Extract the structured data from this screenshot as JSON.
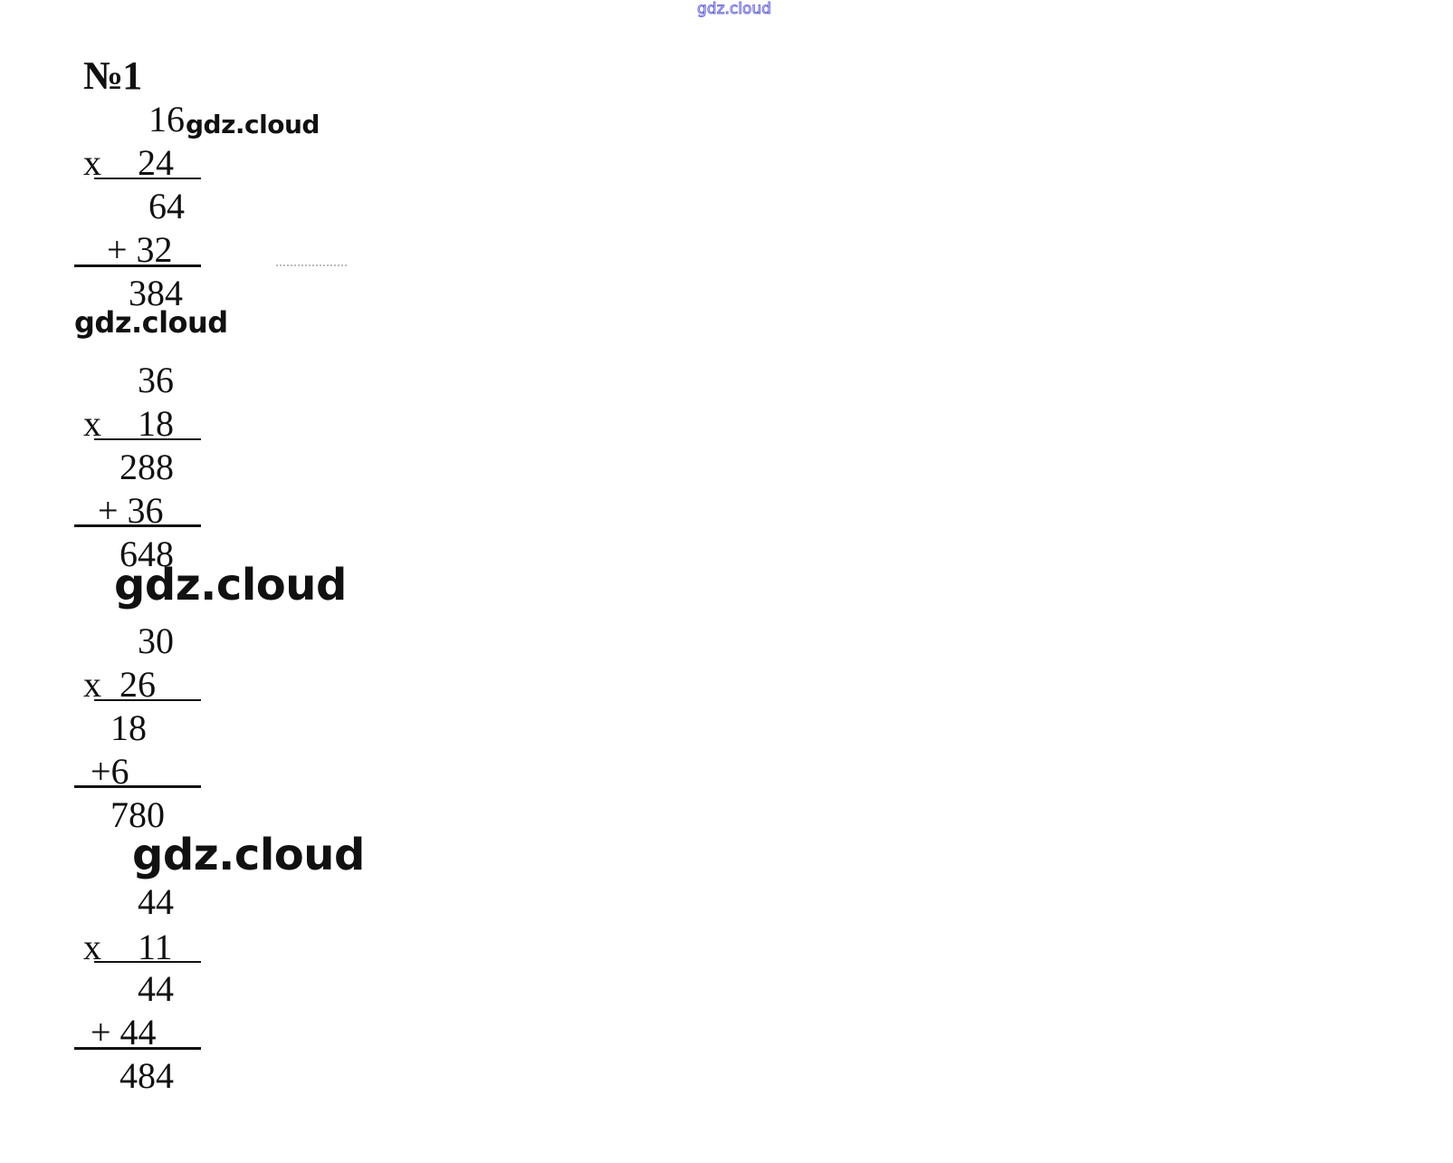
{
  "header": {
    "site_mark": "gdz.cloud"
  },
  "task": {
    "title": "№1"
  },
  "watermarks": {
    "w1": "gdz.cloud",
    "w2": "gdz.cloud",
    "w3": "gdz.cloud",
    "w4": "gdz.cloud"
  },
  "problems": [
    {
      "multiplicand": "16",
      "multiplier_line": "x    24",
      "partial_1": "64",
      "partial_2": "+ 32",
      "result": "384"
    },
    {
      "multiplicand": "36",
      "multiplier_line": "x    18",
      "partial_1": "288",
      "partial_2": "+ 36",
      "result": "648"
    },
    {
      "multiplicand": "30",
      "multiplier_line": "x  26",
      "partial_1": "18",
      "partial_2": "+6",
      "result": "780"
    },
    {
      "multiplicand": "44",
      "multiplier_line": "x    11",
      "partial_1": "44",
      "partial_2": "+ 44",
      "result": "484"
    }
  ]
}
